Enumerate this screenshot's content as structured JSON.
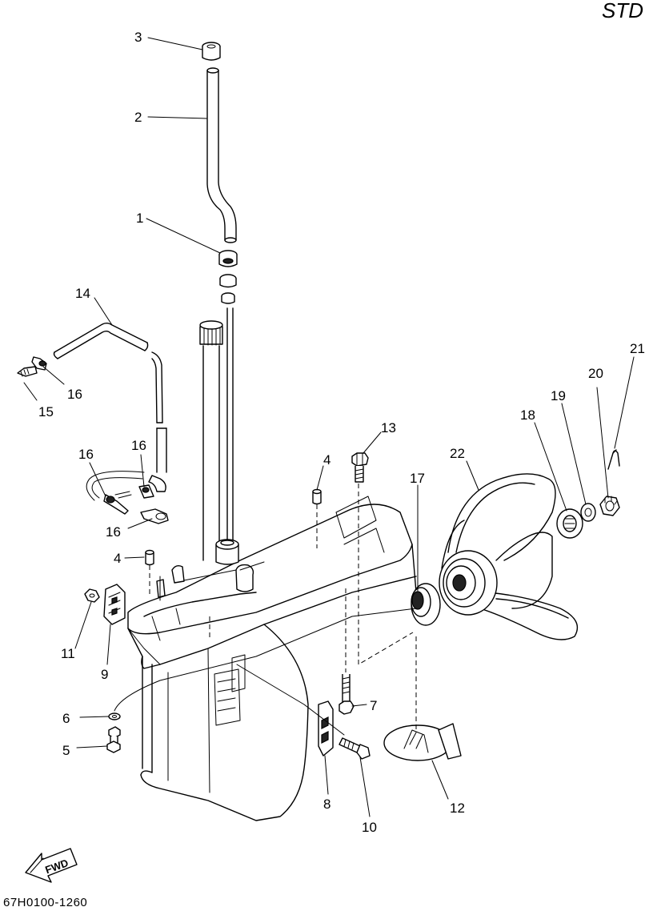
{
  "header": {
    "variant_label": "STD"
  },
  "footer": {
    "drawing_code": "67H0100-1260"
  },
  "direction_badge": {
    "label": "FWD"
  },
  "callouts": {
    "c1": "1",
    "c2": "2",
    "c3": "3",
    "c4a": "4",
    "c4b": "4",
    "c5": "5",
    "c6": "6",
    "c7": "7",
    "c8": "8",
    "c9": "9",
    "c10": "10",
    "c11": "11",
    "c12": "12",
    "c13": "13",
    "c14": "14",
    "c15": "15",
    "c16a": "16",
    "c16b": "16",
    "c16c": "16",
    "c16d": "16",
    "c17": "17",
    "c18": "18",
    "c19": "19",
    "c20": "20",
    "c21": "21",
    "c22": "22"
  }
}
